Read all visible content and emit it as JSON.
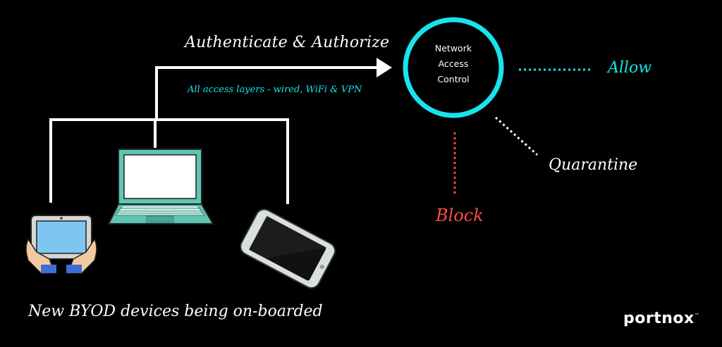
{
  "diagram": {
    "flow_label": "Authenticate & Authorize",
    "flow_sublabel": "All access layers - wired, WiFi & VPN",
    "node": {
      "lines": [
        "Network",
        "Access",
        "Control"
      ]
    },
    "outcomes": {
      "allow": "Allow",
      "quarantine": "Quarantine",
      "block": "Block"
    },
    "devices_caption": "New BYOD devices being on-boarded",
    "devices": [
      "tablet-icon",
      "laptop-icon",
      "smartphone-icon"
    ]
  },
  "brand": {
    "logo_text": "portnox",
    "trademark": "™"
  },
  "colors": {
    "background": "#000000",
    "accent_cyan": "#19e3ec",
    "block_red": "#ff4b4b",
    "device_teal": "#5fc4b2",
    "text_white": "#ffffff"
  }
}
